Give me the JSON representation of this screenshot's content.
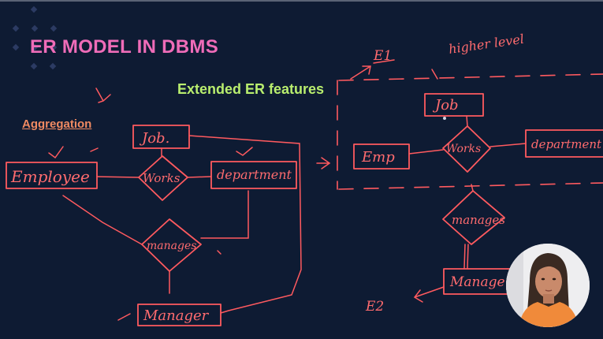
{
  "slide": {
    "title": "ER MODEL IN DBMS",
    "subtitle": "Extended ER features",
    "section_label": "Aggregation"
  },
  "left_diagram": {
    "entity_employee": "Employee",
    "entity_job": "Job.",
    "relationship_works": "Works",
    "entity_department": "department",
    "relationship_manages": "manages",
    "entity_manager": "Manager"
  },
  "right_diagram": {
    "label_e1": "E1",
    "label_higher_level": "higher level",
    "entity_job": "Job",
    "entity_emp": "Emp",
    "relationship_works": "Works",
    "entity_department": "department",
    "relationship_manages": "manages",
    "entity_manager": "Manage",
    "label_e2": "E2"
  },
  "colors": {
    "background": "#0e1b33",
    "title": "#ef6cb8",
    "subtitle": "#b9ee6e",
    "section_label": "#f08a62",
    "ink": "#ff5a5f"
  },
  "icons": {
    "presenter": "presenter-webcam-avatar"
  }
}
